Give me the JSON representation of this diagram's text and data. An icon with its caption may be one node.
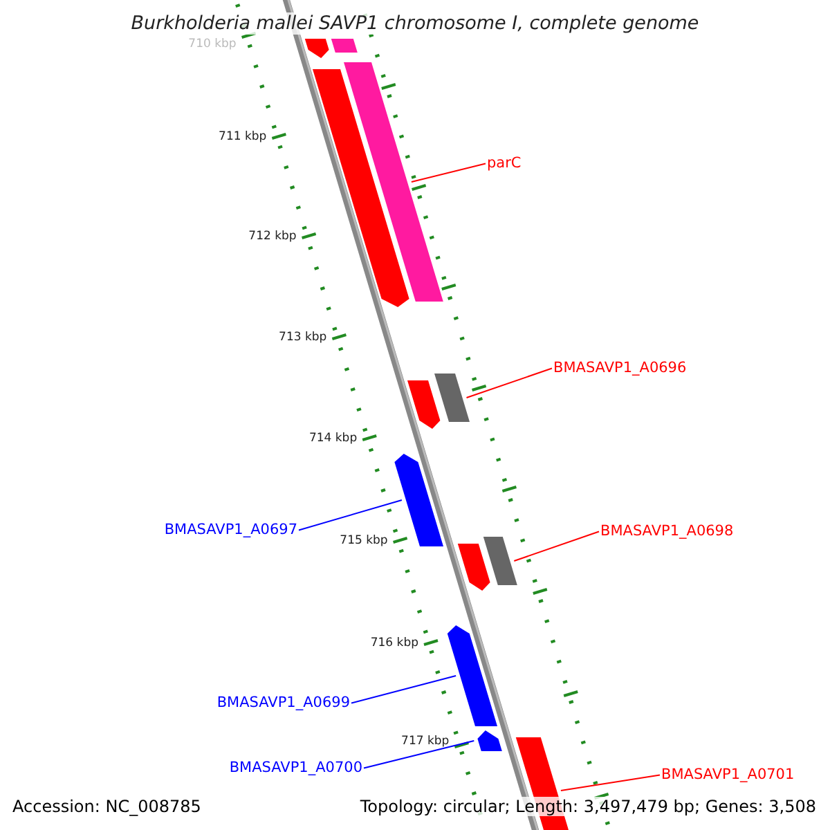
{
  "diagram": {
    "title": "Burkholderia mallei SAVP1 chromosome I, complete genome",
    "nodes": [
      {
        "text": [
          "parC"
        ]
      },
      {
        "text": [
          "BMASAVP1_A0696"
        ]
      },
      {
        "text": [
          "BMASAVP1_A0697"
        ]
      },
      {
        "text": [
          "BMASAVP1_A0698"
        ]
      },
      {
        "text": [
          "BMASAVP1_A0699"
        ]
      },
      {
        "text": [
          "BMASAVP1_A0700"
        ]
      },
      {
        "text": [
          "BMASAVP1_A0701"
        ]
      },
      {
        "text": [],
        "shape": "bar"
      },
      {
        "text": [],
        "shape": "bar"
      },
      {
        "text": [],
        "shape": "bar"
      },
      {
        "text": [],
        "shape": "bar"
      },
      {
        "text": [],
        "shape": "bar"
      },
      {
        "text": [],
        "shape": "bar"
      },
      {
        "text": [],
        "shape": "bar"
      },
      {
        "text": [],
        "shape": "bar"
      },
      {
        "text": [],
        "shape": "bar"
      },
      {
        "text": [],
        "shape": "bar"
      },
      {
        "text": [],
        "shape": "bar"
      },
      {
        "text": [],
        "shape": "bar"
      }
    ],
    "edges": [
      {
        "from": 0,
        "to": 9,
        "arrow": "none"
      },
      {
        "from": 1,
        "to": 11,
        "arrow": "none"
      },
      {
        "from": 2,
        "to": 13,
        "arrow": "none",
        "color": "#0000ff"
      },
      {
        "from": 3,
        "to": 14,
        "arrow": "none"
      },
      {
        "from": 4,
        "to": 16,
        "arrow": "none",
        "color": "#0000ff"
      },
      {
        "from": 5,
        "to": 17,
        "arrow": "none",
        "color": "#0000ff"
      },
      {
        "from": 6,
        "to": 18,
        "arrow": "none"
      }
    ],
    "labels": [
      "710 kbp",
      "711 kbp",
      "712 kbp",
      "713 kbp",
      "714 kbp",
      "715 kbp",
      "716 kbp",
      "717 kbp",
      "Accession: NC_008785",
      "Topology: circular; Length: 3,497,479 bp; Genes: 3,508"
    ]
  }
}
